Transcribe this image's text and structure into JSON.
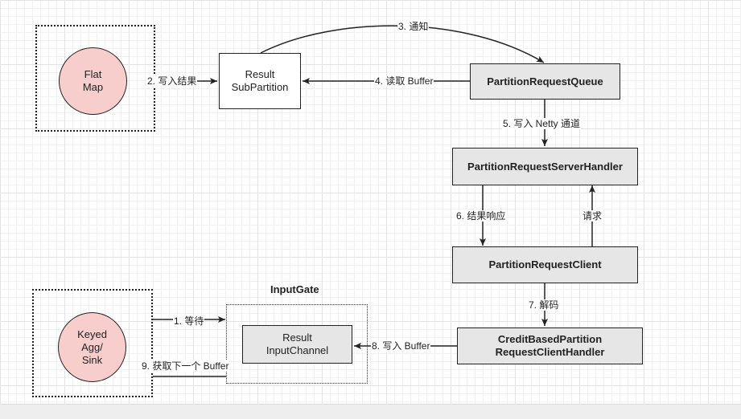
{
  "nodes": {
    "flat_map": "Flat\nMap",
    "result_subpartition": "Result\nSubPartition",
    "partition_request_queue": "PartitionRequestQueue",
    "partition_request_server_handler": "PartitionRequestServerHandler",
    "partition_request_client": "PartitionRequestClient",
    "credit_based_handler": "CreditBasedPartition\nRequestClientHandler",
    "result_input_channel": "Result\nInputChannel",
    "keyed_agg_sink": "Keyed\nAgg/\nSink",
    "input_gate_title": "InputGate"
  },
  "edges": {
    "e1": "1. 等待",
    "e2": "2. 写入结果",
    "e3": "3. 通知",
    "e4": "4. 读取 Buffer",
    "e5": "5. 写入 Netty 通道",
    "e6": "6. 结果响应",
    "e_request": "请求",
    "e7": "7. 解码",
    "e8": "8. 写入 Buffer",
    "e9": "9. 获取下一个 Buffer"
  }
}
